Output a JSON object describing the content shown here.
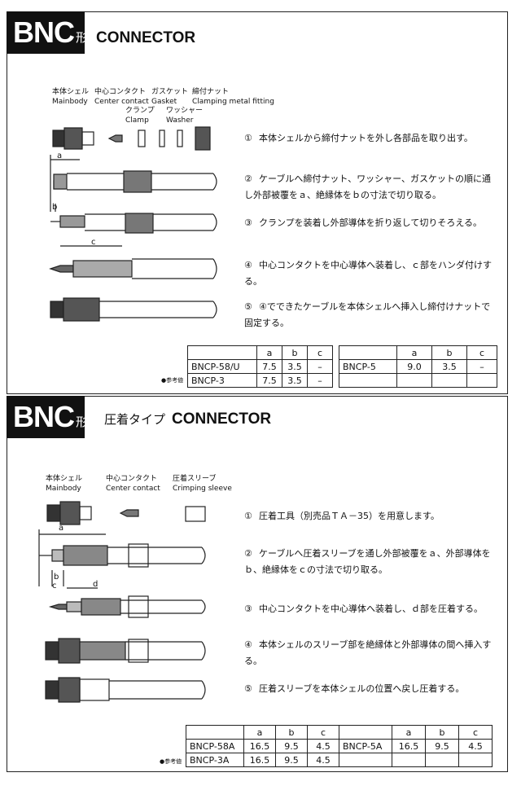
{
  "sections": [
    {
      "badge": "BNC",
      "badge_suffix": "形",
      "title_jp": "",
      "title": "CONNECTOR",
      "parts": [
        {
          "jp": "本体シェル",
          "en": "Mainbody"
        },
        {
          "jp": "中心コンタクト",
          "en": "Center contact"
        },
        {
          "jp": "ガスケット",
          "en": "Gasket"
        },
        {
          "jp": "締付ナット",
          "en": "Clamping metal fitting"
        },
        {
          "jp": "クランプ",
          "en": "Clamp"
        },
        {
          "jp": "ワッシャー",
          "en": "Washer"
        }
      ],
      "dim_labels": [
        "a",
        "b",
        "c"
      ],
      "steps": [
        {
          "num": "①",
          "text": "本体シェルから締付ナットを外し各部品を取り出す。"
        },
        {
          "num": "②",
          "text": "ケーブルへ締付ナット、ワッシャー、ガスケットの順に通し外部被覆をａ、絶縁体をｂの寸法で切り取る。"
        },
        {
          "num": "③",
          "text": "クランプを装着し外部導体を折り返して切りそろえる。"
        },
        {
          "num": "④",
          "text": "中心コンタクトを中心導体へ装着し、ｃ部をハンダ付けする。"
        },
        {
          "num": "⑤",
          "text": "④でできたケーブルを本体シェルへ挿入し締付けナットで固定する。"
        }
      ],
      "note": "●参考値",
      "table_left": {
        "headers": [
          "",
          "a",
          "b",
          "c"
        ],
        "rows": [
          [
            "BNCP-58/U",
            "7.5",
            "3.5",
            "–"
          ],
          [
            "BNCP-3",
            "7.5",
            "3.5",
            "–"
          ]
        ]
      },
      "table_right": {
        "headers": [
          "",
          "a",
          "b",
          "c"
        ],
        "rows": [
          [
            "BNCP-5",
            "9.0",
            "3.5",
            "–"
          ],
          [
            "",
            "",
            "",
            ""
          ]
        ]
      }
    },
    {
      "badge": "BNC",
      "badge_suffix": "形",
      "title_jp": "圧着タイプ",
      "title": "CONNECTOR",
      "parts": [
        {
          "jp": "本体シェル",
          "en": "Mainbody"
        },
        {
          "jp": "中心コンタクト",
          "en": "Center contact"
        },
        {
          "jp": "圧着スリーブ",
          "en": "Crimping sleeve"
        }
      ],
      "dim_labels": [
        "a",
        "b",
        "c",
        "d"
      ],
      "steps": [
        {
          "num": "①",
          "text": "圧着工具（別売品ＴＡ－35）を用意します。"
        },
        {
          "num": "②",
          "text": "ケーブルへ圧着スリーブを通し外部被覆をａ、外部導体をｂ、絶縁体をｃの寸法で切り取る。"
        },
        {
          "num": "③",
          "text": "中心コンタクトを中心導体へ装着し、ｄ部を圧着する。"
        },
        {
          "num": "④",
          "text": "本体シェルのスリーブ部を絶縁体と外部導体の間へ挿入する。"
        },
        {
          "num": "⑤",
          "text": "圧着スリーブを本体シェルの位置へ戻し圧着する。"
        }
      ],
      "note": "●参考値",
      "table_left": {
        "headers": [
          "",
          "a",
          "b",
          "c"
        ],
        "rows": [
          [
            "BNCP-58A",
            "16.5",
            "9.5",
            "4.5"
          ],
          [
            "BNCP-3A",
            "16.5",
            "9.5",
            "4.5"
          ]
        ]
      },
      "table_right": {
        "headers": [
          "",
          "a",
          "b",
          "c"
        ],
        "rows": [
          [
            "BNCP-5A",
            "16.5",
            "9.5",
            "4.5"
          ],
          [
            "",
            "",
            "",
            ""
          ]
        ]
      }
    }
  ]
}
